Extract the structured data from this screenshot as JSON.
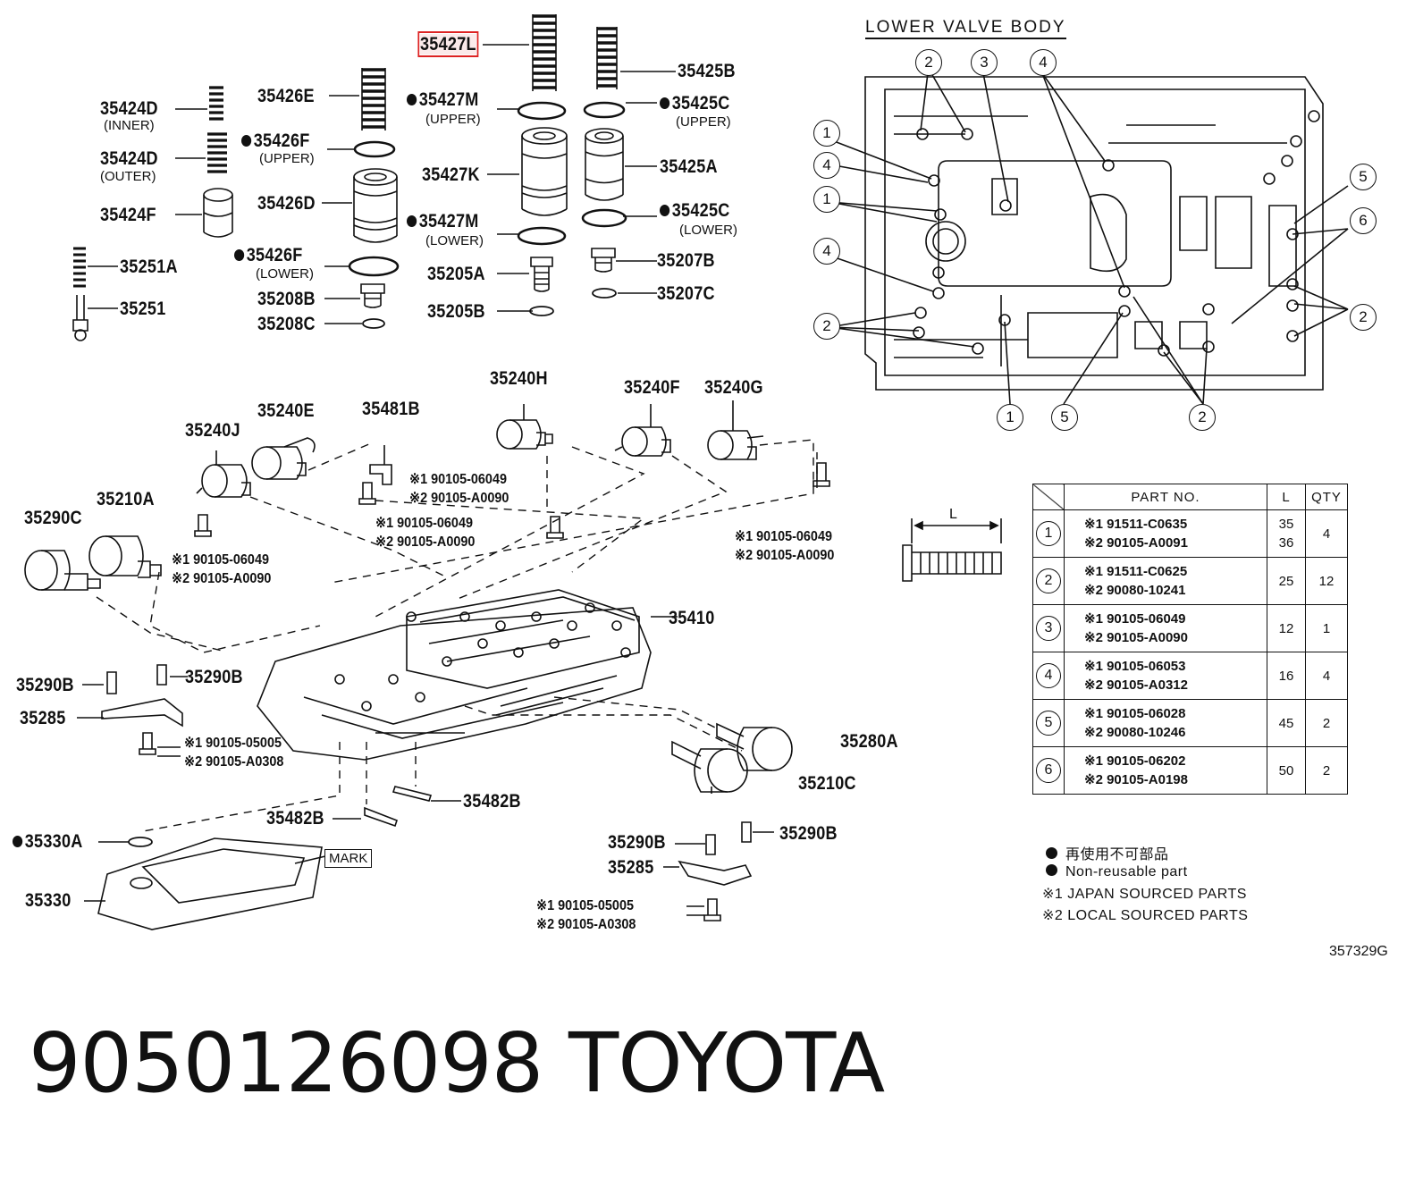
{
  "labels": {
    "p35427l": "35427L",
    "p35425b": "35425B",
    "p35426e": "35426E",
    "p35427m": "35427M",
    "p35427m_sub": "(UPPER)",
    "p35425c_u": "35425C",
    "p35425c_u_sub": "(UPPER)",
    "p35424d_i": "35424D",
    "p35424d_i_sub": "(INNER)",
    "p35426f_u": "35426F",
    "p35426f_u_sub": "(UPPER)",
    "p35424d_o": "35424D",
    "p35424d_o_sub": "(OUTER)",
    "p35427k": "35427K",
    "p35425a": "35425A",
    "p35424f": "35424F",
    "p35426d": "35426D",
    "p35427m_l": "35427M",
    "p35427m_l_sub": "(LOWER)",
    "p35425c_l": "35425C",
    "p35425c_l_sub": "(LOWER)",
    "p35426f_l": "35426F",
    "p35426f_l_sub": "(LOWER)",
    "p35251a": "35251A",
    "p35205a": "35205A",
    "p35207b": "35207B",
    "p35208b": "35208B",
    "p35207c": "35207C",
    "p35251": "35251",
    "p35208c": "35208C",
    "p35205b": "35205B",
    "p35240h": "35240H",
    "p35240f": "35240F",
    "p35240g": "35240G",
    "p35240e": "35240E",
    "p35481b": "35481B",
    "p35240j": "35240J",
    "p35210a": "35210A",
    "p35290c": "35290C",
    "p35410": "35410",
    "p35290b_a": "35290B",
    "p35290b_b": "35290B",
    "p35285_a": "35285",
    "p35280a": "35280A",
    "p35210c": "35210C",
    "p35482b_a": "35482B",
    "p35482b_b": "35482B",
    "p35330a": "35330A",
    "p35330": "35330",
    "p35290b_c": "35290B",
    "p35290b_d": "35290B",
    "p35285_b": "35285",
    "mark": "MARK"
  },
  "bolts": {
    "b1": [
      "※1 90105-06049",
      "※2 90105-A0090"
    ],
    "b2": [
      "※1 90105-06049",
      "※2 90105-A0090"
    ],
    "b3": [
      "※1 90105-06049",
      "※2 90105-A0090"
    ],
    "b4": [
      "※1 90105-06049",
      "※2 90105-A0090"
    ],
    "b5": [
      "※1 90105-05005",
      "※2 90105-A0308"
    ],
    "b6": [
      "※1 90105-05005",
      "※2 90105-A0308"
    ]
  },
  "lower_valve_body": {
    "title": "LOWER VALVE BODY",
    "callouts": [
      "2",
      "3",
      "4",
      "1",
      "4",
      "1",
      "4",
      "2",
      "5",
      "6",
      "2",
      "1",
      "5",
      "2"
    ]
  },
  "dimension_label": "L",
  "table": {
    "headers": [
      "PART NO.",
      "L",
      "QTY"
    ],
    "rows": [
      {
        "ref": "1",
        "p1": "※1 91511-C0635",
        "p2": "※2 90105-A0091",
        "l1": "35",
        "l2": "36",
        "qty": "4"
      },
      {
        "ref": "2",
        "p1": "※1 91511-C0625",
        "p2": "※2 90080-10241",
        "l1": "25",
        "l2": "",
        "qty": "12"
      },
      {
        "ref": "3",
        "p1": "※1 90105-06049",
        "p2": "※2 90105-A0090",
        "l1": "12",
        "l2": "",
        "qty": "1"
      },
      {
        "ref": "4",
        "p1": "※1 90105-06053",
        "p2": "※2 90105-A0312",
        "l1": "16",
        "l2": "",
        "qty": "4"
      },
      {
        "ref": "5",
        "p1": "※1 90105-06028",
        "p2": "※2 90080-10246",
        "l1": "45",
        "l2": "",
        "qty": "2"
      },
      {
        "ref": "6",
        "p1": "※1 90105-06202",
        "p2": "※2 90105-A0198",
        "l1": "50",
        "l2": "",
        "qty": "2"
      }
    ]
  },
  "legend": [
    "再使用不可部品",
    "Non-reusable part",
    "※1 JAPAN SOURCED PARTS",
    "※2 LOCAL SOURCED PARTS"
  ],
  "figure_code": "357329G",
  "footer": {
    "part_number": "9050126098",
    "brand": "TOYOTA"
  }
}
